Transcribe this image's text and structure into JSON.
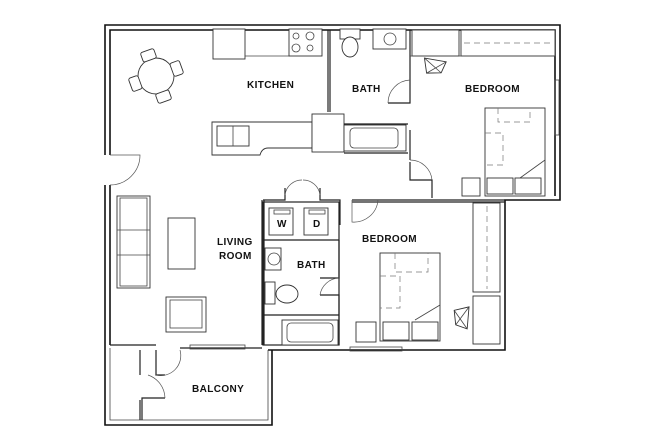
{
  "floorplan": {
    "rooms": {
      "kitchen": "KITCHEN",
      "bath_top": "BATH",
      "bedroom_top": "BEDROOM",
      "living_line1": "LIVING",
      "living_line2": "ROOM",
      "bath_bottom": "BATH",
      "bedroom_bottom": "BEDROOM",
      "balcony": "BALCONY"
    },
    "appliances": {
      "washer": "W",
      "dryer": "D"
    },
    "colors": {
      "wall": "#111111",
      "background": "#ffffff"
    }
  }
}
